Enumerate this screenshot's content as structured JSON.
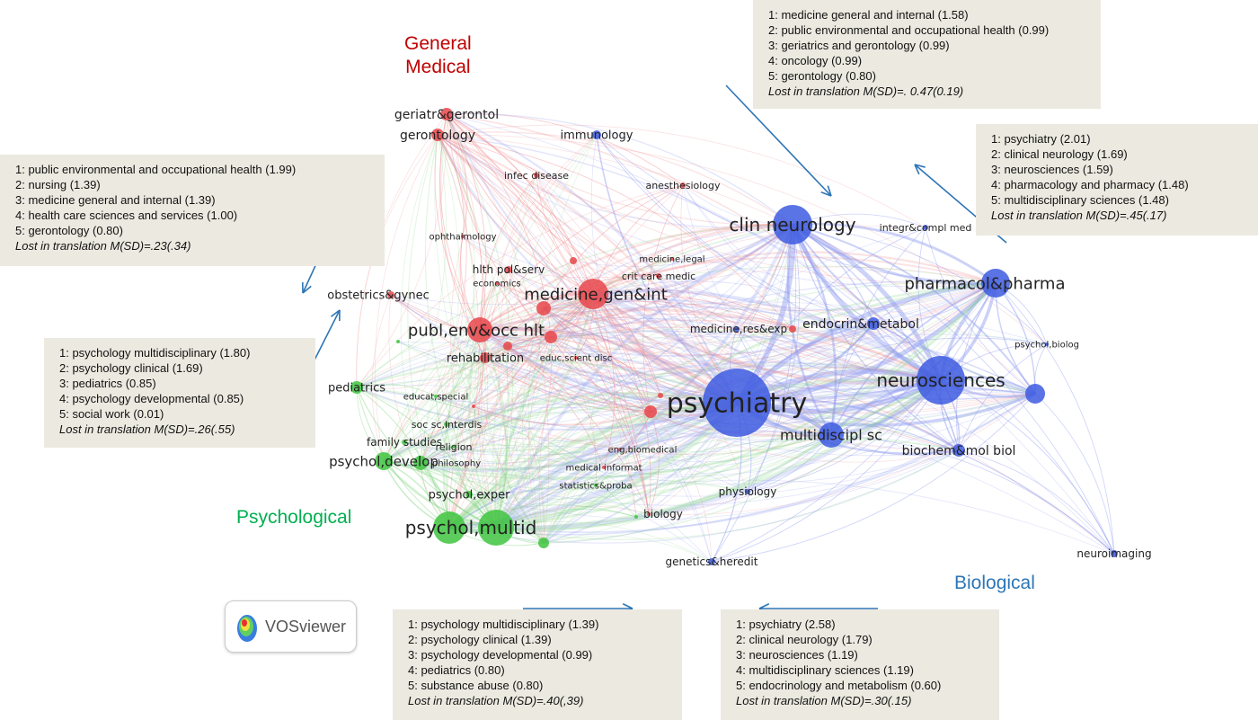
{
  "clusters": {
    "medical": {
      "label_line1": "General",
      "label_line2": "Medical",
      "color": "#c00000"
    },
    "psychological": {
      "label": "Psychological",
      "color": "#00b050"
    },
    "biological": {
      "label": "Biological",
      "color": "#2e75b6"
    }
  },
  "node_colors": {
    "red": "#e8474b",
    "blue": "#3d5be0",
    "green": "#3fc43f"
  },
  "nodes": {
    "geriatr_gerontol": "geriatr&gerontol",
    "gerontology": "gerontology",
    "immunology": "immunology",
    "infec_disease": "infec disease",
    "anesthesiology": "anesthesiology",
    "ophthalmology": "ophthalmology",
    "hlth_pol_serv": "hlth pol&serv",
    "economics": "economics",
    "obstetrics_gynec": "obstetrics&gynec",
    "medicine_gen_int": "medicine,gen&int",
    "medicine_legal": "medicine,legal",
    "crit_care_medic": "crit care medic",
    "publ_env_occ_hlt": "publ,env&occ hlt",
    "rehabilitation": "rehabilitation",
    "educ_scient_disc": "educ,scient disc",
    "medicine_res_exp": "medicine,res&exp",
    "clin_neurology": "clin neurology",
    "integr_compl_med": "integr&compl med",
    "pharmacol_pharma": "pharmacol&pharma",
    "endocrin_metabol": "endocrin&metabol",
    "psychol_biolog": "psychol,biolog",
    "psychiatry": "psychiatry",
    "neurosciences": "neurosciences",
    "multidiscipl_sc": "multidiscipl sc",
    "biochem_mol_biol": "biochem&mol biol",
    "pediatrics": "pediatrics",
    "educat_special": "educat,special",
    "soc_sc_interdis": "soc sc,interdis",
    "family_studies": "family studies",
    "religion": "religion",
    "psychol_develop": "psychol,develop",
    "philosophy": "philosophy",
    "eng_biomedical": "eng,biomedical",
    "medical_informat": "medical informat",
    "statistics_proba": "statistics&proba",
    "psychol_exper": "psychol,exper",
    "physiology": "physiology",
    "psychol_multid": "psychol,multid",
    "biology": "biology",
    "genetics_heredit": "genetics&heredit",
    "neuroimaging": "neuroimaging"
  },
  "boxes": {
    "top_right": {
      "items": [
        "1: medicine general and internal (1.58)",
        "2: public environmental and occupational health (0.99)",
        "3: geriatrics and gerontology (0.99)",
        "4: oncology (0.99)",
        "5: gerontology (0.80)"
      ],
      "lost": "Lost in translation M(SD)=. 0.47(0.19)"
    },
    "right": {
      "items": [
        "1: psychiatry (2.01)",
        "2: clinical neurology (1.69)",
        "3: neurosciences (1.59)",
        "4: pharmacology and pharmacy (1.48)",
        "5: multidisciplinary sciences (1.48)"
      ],
      "lost": "Lost in translation M(SD)=.45(.17)"
    },
    "left_top": {
      "items": [
        "1: public environmental and occupational health (1.99)",
        "2: nursing (1.39)",
        "3: medicine general and internal (1.39)",
        "4: health care sciences and services (1.00)",
        "5: gerontology (0.80)"
      ],
      "lost": "Lost in translation M(SD)=.23(.34)"
    },
    "left_mid": {
      "items": [
        "1: psychology multidisciplinary (1.80)",
        "2: psychology clinical (1.69)",
        "3: pediatrics (0.85)",
        "4: psychology developmental (0.85)",
        "5: social work (0.01)"
      ],
      "lost": "Lost in translation M(SD)=.26(.55)"
    },
    "bottom_mid": {
      "items": [
        "1: psychology multidisciplinary (1.39)",
        "2: psychology clinical (1.39)",
        "3: psychology developmental (0.99)",
        "4: pediatrics (0.80)",
        "5: substance abuse (0.80)"
      ],
      "lost": "Lost in translation M(SD)=.40(,39)"
    },
    "bottom_right": {
      "items": [
        "1: psychiatry (2.58)",
        "2: clinical neurology (1.79)",
        "3: neurosciences (1.19)",
        "4: multidisciplinary sciences (1.19)",
        "5: endocrinology and metabolism (0.60)"
      ],
      "lost": "Lost in translation M(SD)=.30(.15)"
    }
  },
  "logo": {
    "text": "VOSviewer"
  },
  "arrow_color": "#2e75b6"
}
